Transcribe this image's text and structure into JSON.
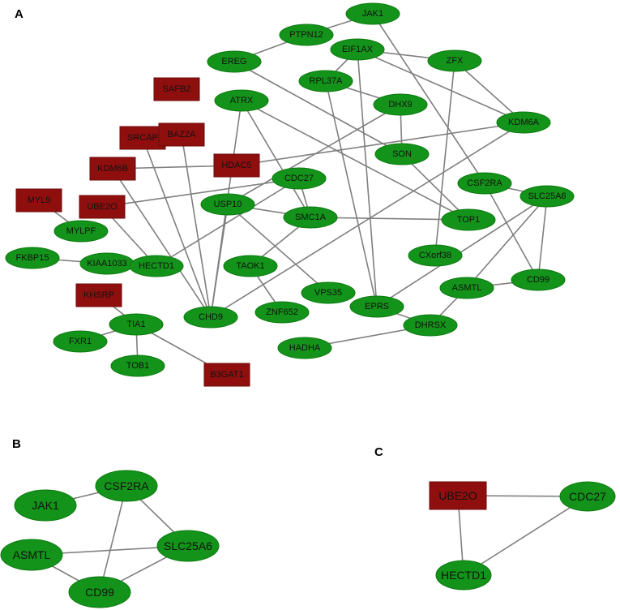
{
  "panels": [
    {
      "label": "A",
      "nodes": [
        {
          "id": "JAK1",
          "kind": "protein"
        },
        {
          "id": "PTPN12",
          "kind": "protein"
        },
        {
          "id": "EREG",
          "kind": "protein"
        },
        {
          "id": "EIF1AX",
          "kind": "protein"
        },
        {
          "id": "ZFX",
          "kind": "protein"
        },
        {
          "id": "RPL37A",
          "kind": "protein"
        },
        {
          "id": "SAFB2",
          "kind": "rbp"
        },
        {
          "id": "ATRX",
          "kind": "protein"
        },
        {
          "id": "DHX9",
          "kind": "protein"
        },
        {
          "id": "KDM6A",
          "kind": "protein"
        },
        {
          "id": "SRCAP",
          "kind": "rbp"
        },
        {
          "id": "BAZ2A",
          "kind": "rbp"
        },
        {
          "id": "SON",
          "kind": "protein"
        },
        {
          "id": "KDM6B",
          "kind": "rbp"
        },
        {
          "id": "HDAC5",
          "kind": "rbp"
        },
        {
          "id": "CDC27",
          "kind": "protein"
        },
        {
          "id": "CSF2RA",
          "kind": "protein"
        },
        {
          "id": "MYL9",
          "kind": "rbp"
        },
        {
          "id": "UBE2O",
          "kind": "rbp"
        },
        {
          "id": "USP10",
          "kind": "protein"
        },
        {
          "id": "SMC1A",
          "kind": "protein"
        },
        {
          "id": "SLC25A6",
          "kind": "protein"
        },
        {
          "id": "TOP1",
          "kind": "protein"
        },
        {
          "id": "MYLPF",
          "kind": "protein"
        },
        {
          "id": "FKBP15",
          "kind": "protein"
        },
        {
          "id": "KIAA1033",
          "kind": "protein"
        },
        {
          "id": "CXorf38",
          "kind": "protein"
        },
        {
          "id": "TAOK1",
          "kind": "protein"
        },
        {
          "id": "HECTD1",
          "kind": "protein"
        },
        {
          "id": "KHSRP",
          "kind": "rbp"
        },
        {
          "id": "VPS35",
          "kind": "protein"
        },
        {
          "id": "ASMTL",
          "kind": "protein"
        },
        {
          "id": "CD99",
          "kind": "protein"
        },
        {
          "id": "ZNF652",
          "kind": "protein"
        },
        {
          "id": "CHD9",
          "kind": "protein"
        },
        {
          "id": "EPRS",
          "kind": "protein"
        },
        {
          "id": "TIA1",
          "kind": "protein"
        },
        {
          "id": "DHRSX",
          "kind": "protein"
        },
        {
          "id": "FXR1",
          "kind": "protein"
        },
        {
          "id": "HADHA",
          "kind": "protein"
        },
        {
          "id": "TOB1",
          "kind": "protein"
        },
        {
          "id": "B3GAT1",
          "kind": "rbp"
        }
      ],
      "edges": [
        [
          "JAK1",
          "PTPN12"
        ],
        [
          "PTPN12",
          "EREG"
        ],
        [
          "JAK1",
          "CSF2RA"
        ],
        [
          "EIF1AX",
          "ZFX"
        ],
        [
          "EIF1AX",
          "RPL37A"
        ],
        [
          "EIF1AX",
          "EPRS"
        ],
        [
          "EIF1AX",
          "KDM6A"
        ],
        [
          "ZFX",
          "KDM6A"
        ],
        [
          "ZFX",
          "CXorf38"
        ],
        [
          "RPL37A",
          "DHX9"
        ],
        [
          "RPL37A",
          "EPRS"
        ],
        [
          "EREG",
          "SON"
        ],
        [
          "ATRX",
          "TOP1"
        ],
        [
          "ATRX",
          "SMC1A"
        ],
        [
          "ATRX",
          "CHD9"
        ],
        [
          "DHX9",
          "SON"
        ],
        [
          "DHX9",
          "USP10"
        ],
        [
          "SON",
          "TOP1"
        ],
        [
          "KDM6A",
          "HDAC5"
        ],
        [
          "KDM6A",
          "CHD9"
        ],
        [
          "SRCAP",
          "CHD9"
        ],
        [
          "BAZ2A",
          "CHD9"
        ],
        [
          "KDM6B",
          "HDAC5"
        ],
        [
          "KDM6B",
          "CHD9"
        ],
        [
          "CDC27",
          "UBE2O"
        ],
        [
          "CDC27",
          "HECTD1"
        ],
        [
          "CDC27",
          "SMC1A"
        ],
        [
          "USP10",
          "SMC1A"
        ],
        [
          "USP10",
          "VPS35"
        ],
        [
          "USP10",
          "CHD9"
        ],
        [
          "SMC1A",
          "TOP1"
        ],
        [
          "SMC1A",
          "TAOK1"
        ],
        [
          "CSF2RA",
          "SLC25A6"
        ],
        [
          "CSF2RA",
          "CD99"
        ],
        [
          "SLC25A6",
          "CD99"
        ],
        [
          "SLC25A6",
          "ASMTL"
        ],
        [
          "SLC25A6",
          "EPRS"
        ],
        [
          "MYL9",
          "MYLPF"
        ],
        [
          "FKBP15",
          "KIAA1033"
        ],
        [
          "UBE2O",
          "HECTD1"
        ],
        [
          "TAOK1",
          "ZNF652"
        ],
        [
          "KHSRP",
          "TIA1"
        ],
        [
          "ASMTL",
          "CD99"
        ],
        [
          "ASMTL",
          "DHRSX"
        ],
        [
          "EPRS",
          "DHRSX"
        ],
        [
          "DHRSX",
          "HADHA"
        ],
        [
          "TIA1",
          "FXR1"
        ],
        [
          "TIA1",
          "TOB1"
        ],
        [
          "TIA1",
          "B3GAT1"
        ]
      ]
    },
    {
      "label": "B",
      "nodes": [
        {
          "id": "JAK1",
          "kind": "protein"
        },
        {
          "id": "CSF2RA",
          "kind": "protein"
        },
        {
          "id": "ASMTL",
          "kind": "protein"
        },
        {
          "id": "SLC25A6",
          "kind": "protein"
        },
        {
          "id": "CD99",
          "kind": "protein"
        }
      ],
      "edges": [
        [
          "JAK1",
          "CSF2RA"
        ],
        [
          "CSF2RA",
          "SLC25A6"
        ],
        [
          "CSF2RA",
          "CD99"
        ],
        [
          "ASMTL",
          "SLC25A6"
        ],
        [
          "ASMTL",
          "CD99"
        ],
        [
          "CD99",
          "SLC25A6"
        ]
      ]
    },
    {
      "label": "C",
      "nodes": [
        {
          "id": "UBE2O",
          "kind": "rbp"
        },
        {
          "id": "CDC27",
          "kind": "protein"
        },
        {
          "id": "HECTD1",
          "kind": "protein"
        }
      ],
      "edges": [
        [
          "UBE2O",
          "CDC27"
        ],
        [
          "UBE2O",
          "HECTD1"
        ],
        [
          "HECTD1",
          "CDC27"
        ]
      ]
    }
  ],
  "colors": {
    "protein_fill": "#14931a",
    "rbp_fill": "#8f0f0f",
    "edge": "#7f7f7f"
  }
}
